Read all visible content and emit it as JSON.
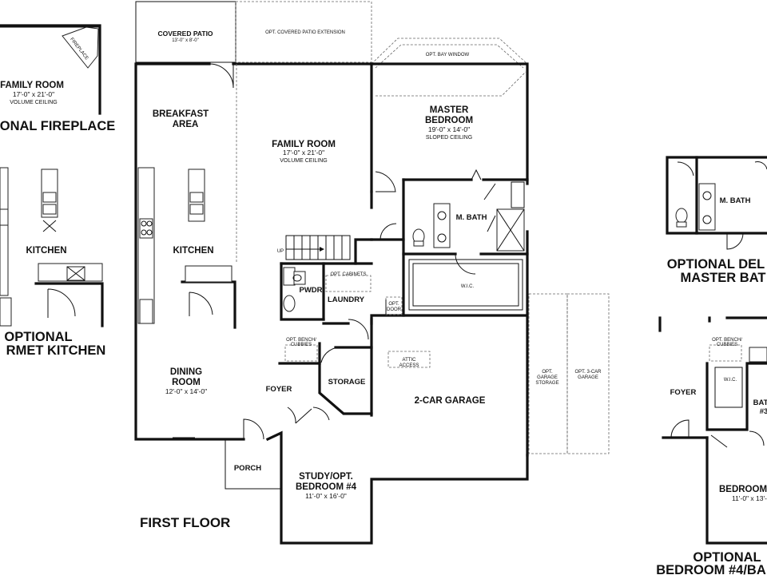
{
  "first_floor": {
    "title": "FIRST FLOOR",
    "covered_patio": {
      "name": "COVERED PATIO",
      "size": "13'-0\" x 8'-0\""
    },
    "opt_covered_patio_extension": "OPT. COVERED PATIO EXTENSION",
    "opt_bay_window": "OPT. BAY WINDOW",
    "breakfast_area": {
      "line1": "BREAKFAST",
      "line2": "AREA"
    },
    "family_room": {
      "name": "FAMILY ROOM",
      "size": "17'-0\" x 21'-0\"",
      "note": "VOLUME CEILING"
    },
    "master_bedroom": {
      "line1": "MASTER",
      "line2": "BEDROOM",
      "size": "19'-0\" x 14'-0\"",
      "note": "SLOPED CEILING"
    },
    "master_bath": "M. BATH",
    "kitchen": "KITCHEN",
    "up": "UP",
    "pwdr": "PWDR",
    "opt_cabinets": "OPT. CABINETS",
    "laundry": "LAUNDRY",
    "opt_door": {
      "line1": "OPT.",
      "line2": "DOOR"
    },
    "wic": "W.I.C.",
    "opt_bench": {
      "line1": "OPT. BENCH/",
      "line2": "CUBBIES"
    },
    "dining_room": {
      "line1": "DINING",
      "line2": "ROOM",
      "size": "12'-0\" x 14'-0\""
    },
    "foyer": "FOYER",
    "storage": "STORAGE",
    "attic_access": {
      "line1": "ATTIC",
      "line2": "ACCESS"
    },
    "garage": "2-CAR GARAGE",
    "opt_garage_storage": {
      "line1": "OPT.",
      "line2": "GARAGE",
      "line3": "STORAGE"
    },
    "opt_3car_garage": {
      "line1": "OPT. 3-CAR",
      "line2": "GARAGE"
    },
    "porch": "PORCH",
    "study": {
      "line1": "STUDY/OPT.",
      "line2": "BEDROOM #4",
      "size": "11'-0\" x 16'-0\""
    }
  },
  "optional_fireplace": {
    "room": "FAMILY ROOM",
    "size": "17'-0\" x 21'-0\"",
    "note": "VOLUME CEILING",
    "fireplace": "FIREPLACE",
    "label": "ONAL FIREPLACE"
  },
  "optional_gourmet_kitchen": {
    "kitchen": "KITCHEN",
    "line1": "OPTIONAL",
    "line2": "RMET KITCHEN"
  },
  "optional_deluxe_bath": {
    "mbath": "M. BATH",
    "line1": "OPTIONAL DEL",
    "line2": "MASTER BAT"
  },
  "optional_bedroom4_bath": {
    "bench": {
      "line1": "OPT. BENCH/",
      "line2": "CUBBIES"
    },
    "foyer": "FOYER",
    "wic": "W.I.C.",
    "bath": {
      "line1": "BAT",
      "line2": "#3"
    },
    "bedroom": "BEDROOM",
    "size": "11'-0\" x 13'-",
    "line1": "OPTIONAL",
    "line2": "BEDROOM #4/BA"
  }
}
